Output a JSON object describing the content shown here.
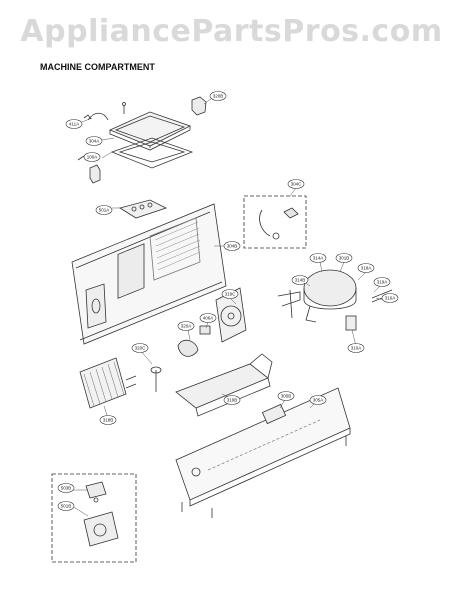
{
  "watermark": "AppliancePartsPros.com",
  "heading": "MACHINE COMPARTMENT",
  "callouts": [
    {
      "id": "c-411a",
      "label": "411A"
    },
    {
      "id": "c-304a",
      "label": "304A"
    },
    {
      "id": "c-320b",
      "label": "320B"
    },
    {
      "id": "c-100a",
      "label": "100A"
    },
    {
      "id": "c-501a",
      "label": "501A"
    },
    {
      "id": "c-304b",
      "label": "304B"
    },
    {
      "id": "c-304c",
      "label": "304C"
    },
    {
      "id": "c-314a",
      "label": "314A"
    },
    {
      "id": "c-301b",
      "label": "301B"
    },
    {
      "id": "c-314b",
      "label": "314B"
    },
    {
      "id": "c-318a",
      "label": "318A"
    },
    {
      "id": "c-319a",
      "label": "319A"
    },
    {
      "id": "c-316a",
      "label": "316A"
    },
    {
      "id": "c-310a",
      "label": "310A"
    },
    {
      "id": "c-319c",
      "label": "319C"
    },
    {
      "id": "c-320a",
      "label": "320A"
    },
    {
      "id": "c-406a",
      "label": "406A"
    },
    {
      "id": "c-320c",
      "label": "320C"
    },
    {
      "id": "c-318b",
      "label": "318B"
    },
    {
      "id": "c-319b",
      "label": "319B"
    },
    {
      "id": "c-305b",
      "label": "305B"
    },
    {
      "id": "c-305a",
      "label": "305A"
    },
    {
      "id": "c-503b",
      "label": "503B"
    },
    {
      "id": "c-501b",
      "label": "501B"
    }
  ]
}
